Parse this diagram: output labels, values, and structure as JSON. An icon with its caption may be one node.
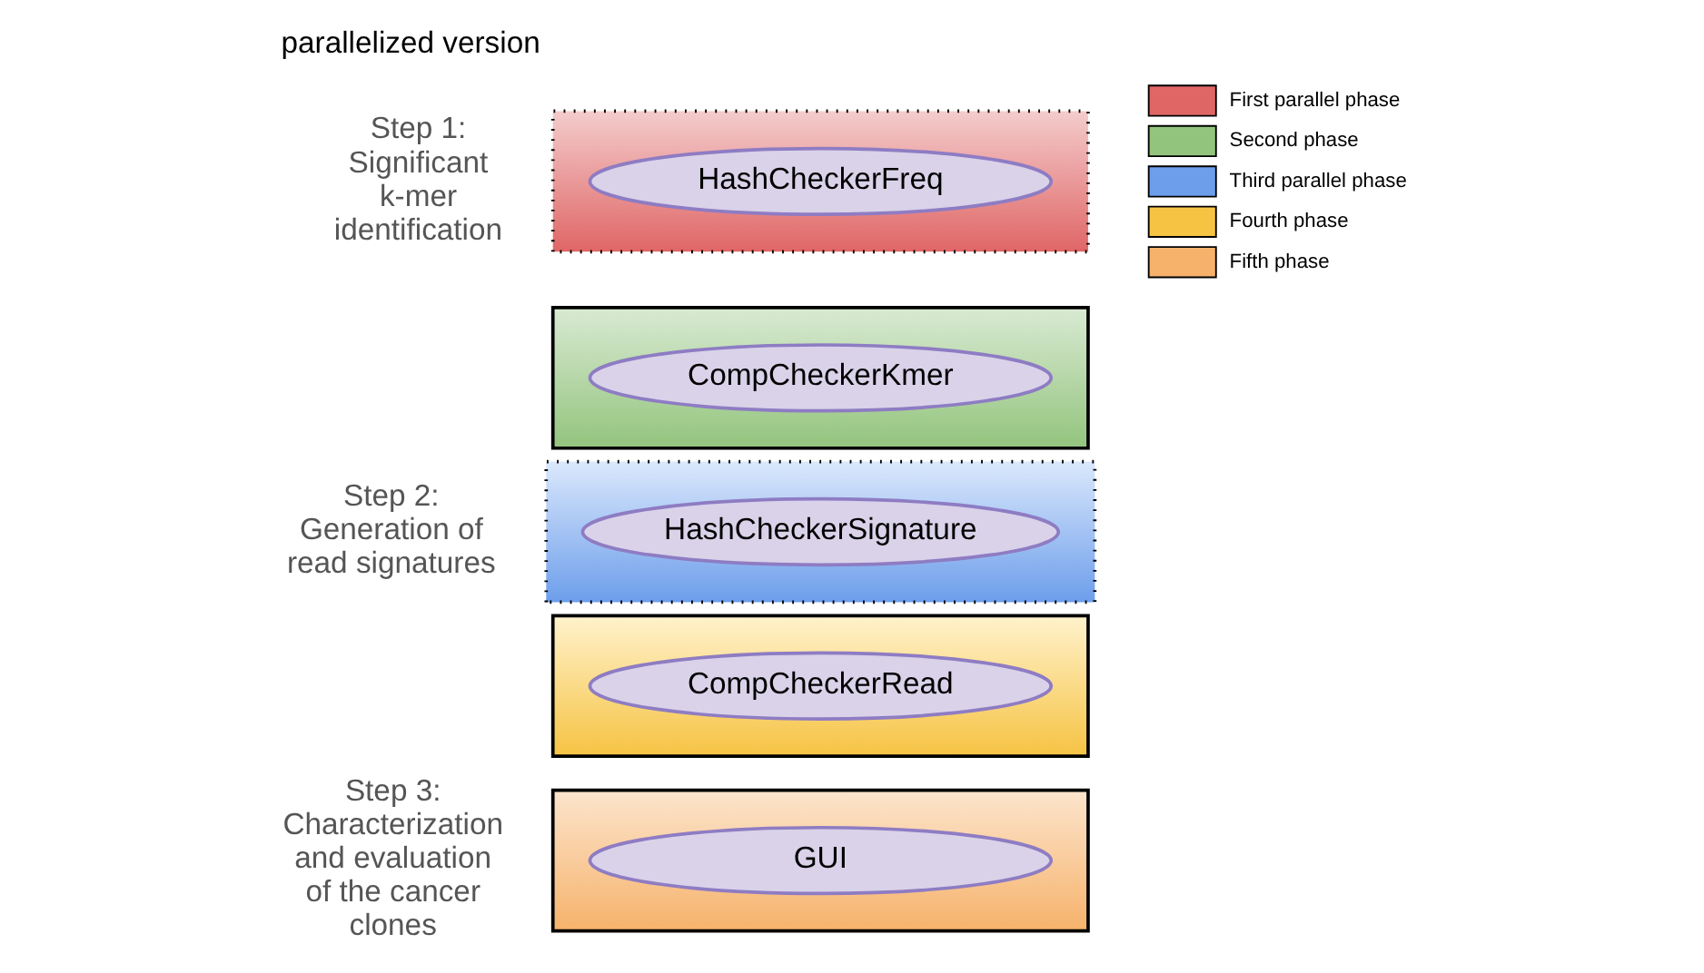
{
  "diagram": {
    "title": "parallelized version",
    "nodes": [
      {
        "text": [],
        "shape": "box"
      },
      {
        "text": [
          "HashCheckerFreq"
        ],
        "in": 0
      },
      {
        "text": [],
        "shape": "box"
      },
      {
        "text": [
          "CompCheckerKmer"
        ],
        "in": 2
      },
      {
        "text": [],
        "shape": "box"
      },
      {
        "text": [
          "HashCheckerSignature"
        ],
        "in": 4
      },
      {
        "text": [],
        "shape": "box"
      },
      {
        "text": [
          "CompCheckerRead"
        ],
        "in": 6
      },
      {
        "text": [],
        "shape": "box"
      },
      {
        "text": [
          "GUI"
        ],
        "in": 8
      }
    ],
    "edges": [],
    "labels": [
      "Step 1: Significant k-mer identification",
      "Step 2: Generation of read signatures",
      "Step 3: Characterization and evaluation of the cancer clones"
    ],
    "legend": [
      {
        "text": "First parallel phase",
        "color": "#e06666"
      },
      {
        "text": "Second phase",
        "color": "#93c47d"
      },
      {
        "text": "Third parallel phase",
        "color": "#6d9eeb"
      },
      {
        "text": "Fourth phase",
        "color": "#f6c343"
      },
      {
        "text": "Fifth phase",
        "color": "#f6b26b"
      }
    ]
  }
}
